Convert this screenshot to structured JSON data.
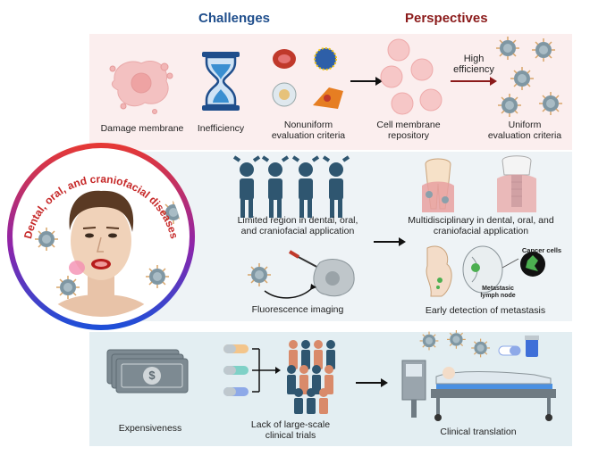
{
  "headers": {
    "challenges": "Challenges",
    "perspectives": "Perspectives"
  },
  "circle": {
    "title": "Dental, oral, and craniofacial diseases"
  },
  "row1": {
    "damage_membrane": "Damage membrane",
    "inefficiency": "Inefficiency",
    "nonuniform_1": "Nonuniform",
    "nonuniform_2": "evaluation criteria",
    "repository_1": "Cell membrane",
    "repository_2": "repository",
    "high_eff_1": "High",
    "high_eff_2": "efficiency",
    "uniform_1": "Uniform",
    "uniform_2": "evaluation criteria"
  },
  "row2": {
    "limited_1": "Limited region in dental, oral,",
    "limited_2": "and craniofacial application",
    "multi_1": "Multidisciplinary in dental, oral, and",
    "multi_2": "craniofacial application",
    "fluorescence": "Fluorescence imaging",
    "cancer_cells": "Cancer cells",
    "metastasic_1": "Metastasic",
    "metastasic_2": "lymph node",
    "early": "Early detection of metastasis"
  },
  "row3": {
    "expensiveness": "Expensiveness",
    "lack_1": "Lack of large-scale",
    "lack_2": "clinical trials",
    "clinical": "Clinical translation",
    "dollar": "$"
  },
  "colors": {
    "challenges": "#1f4e8c",
    "perspectives": "#8b1a1a",
    "panel1": "#fbeeee",
    "panel2": "#eef3f6",
    "panel3": "#e3eef2",
    "figure": "#2f5670"
  }
}
